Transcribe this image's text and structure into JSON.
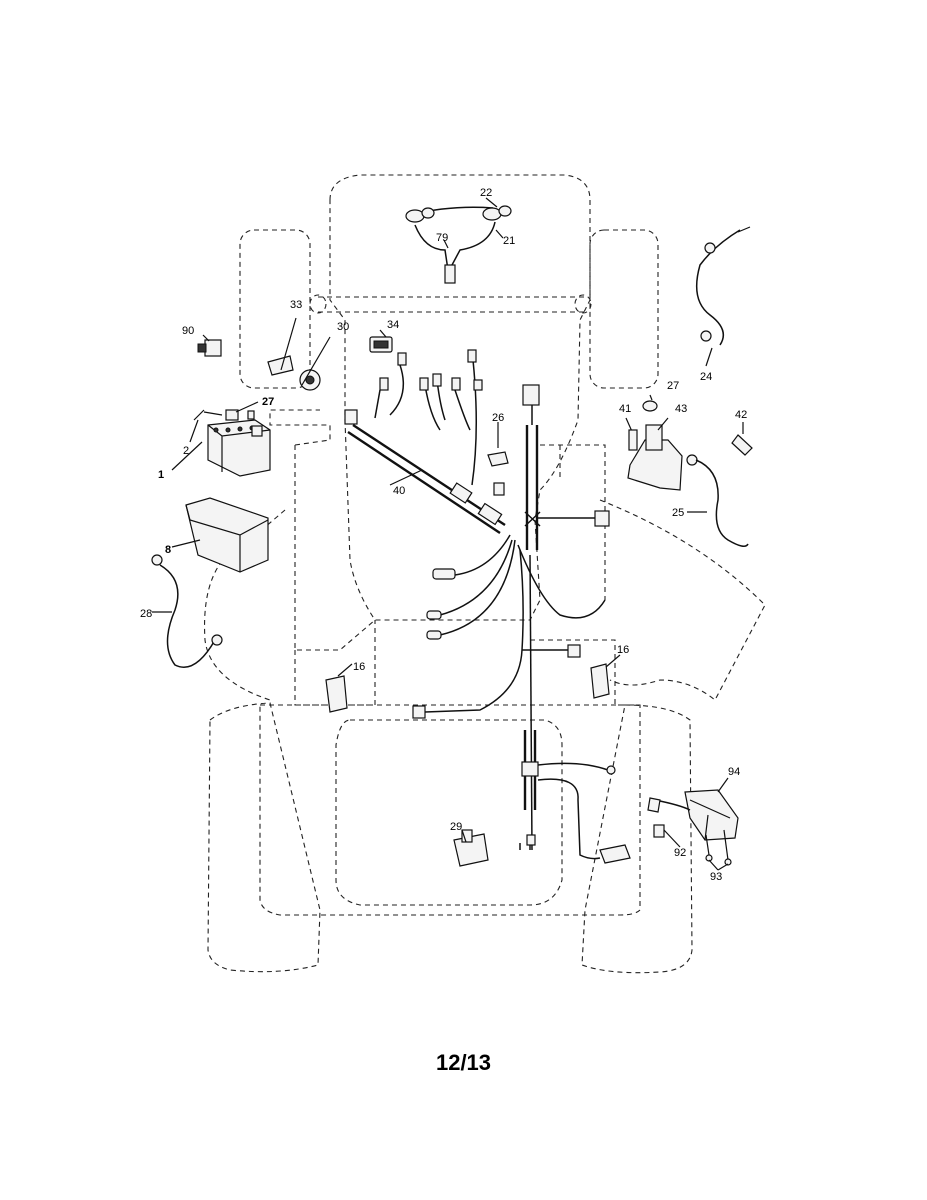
{
  "page": {
    "number": "12/13"
  },
  "callouts": {
    "c22": "22",
    "c79": "79",
    "c21": "21",
    "c33": "33",
    "c90": "90",
    "c30": "30",
    "c34": "34",
    "c27a": "27",
    "c2": "2",
    "c1": "1",
    "c8": "8",
    "c28": "28",
    "c40": "40",
    "c26": "26",
    "c24": "24",
    "c27b": "27",
    "c41": "41",
    "c43": "43",
    "c42": "42",
    "c25": "25",
    "c16a": "16",
    "c16b": "16",
    "c29": "29",
    "c94": "94",
    "c92": "92",
    "c93": "93"
  }
}
